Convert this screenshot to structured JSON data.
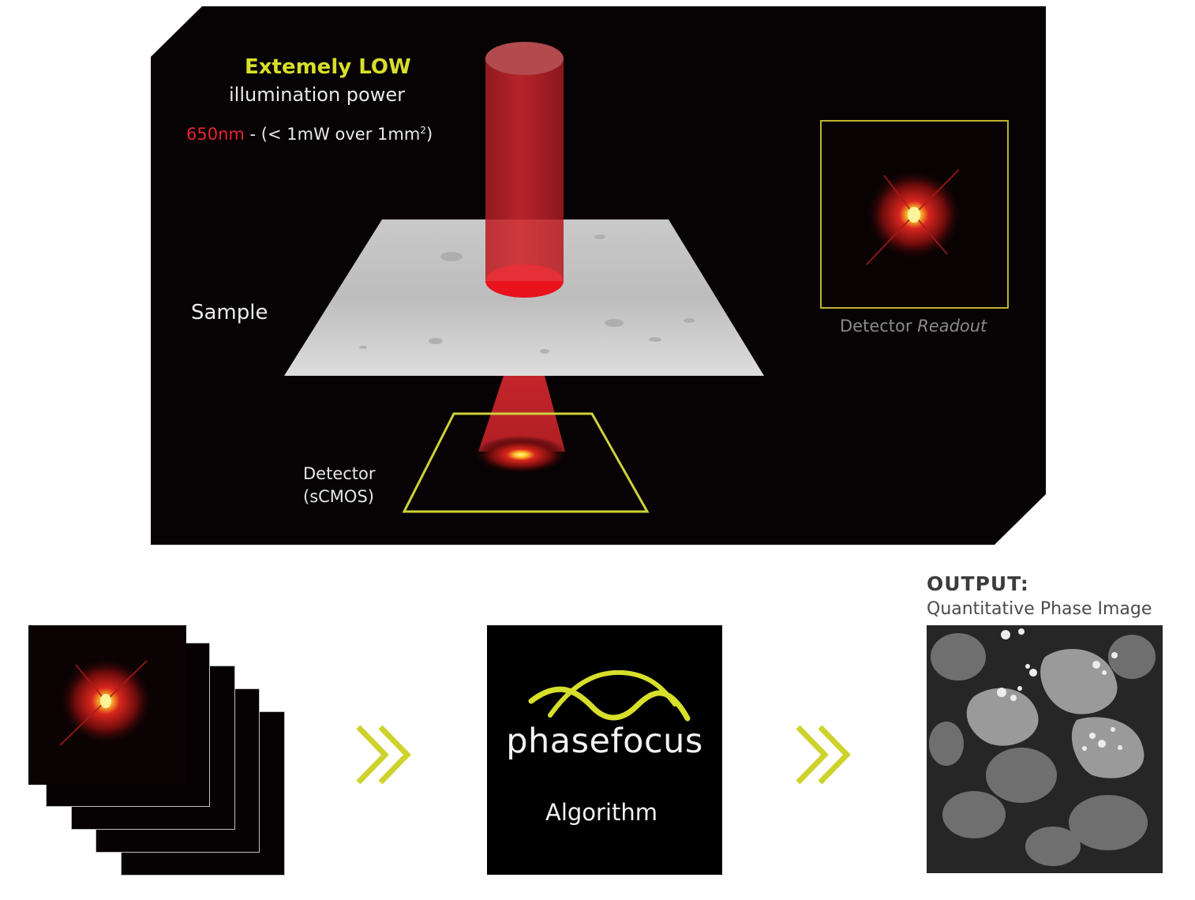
{
  "illumination": {
    "title": "Extemely LOW",
    "subtitle": "illumination power",
    "wavelength": "650nm",
    "power_note": " - (< 1mW over 1mm",
    "power_sup": "2",
    "power_close": ")"
  },
  "labels": {
    "sample": "Sample",
    "detector_line1": "Detector",
    "detector_line2": "(sCMOS)",
    "readout_plain": "Detector ",
    "readout_italic": "Readout"
  },
  "algorithm": {
    "brand": "phasefocus",
    "label": "Algorithm"
  },
  "output": {
    "title": "OUTPUT:",
    "subtitle": "Quantitative Phase Image"
  },
  "colors": {
    "accent_yellow": "#d7df2a",
    "laser_red": "#c8232b",
    "wavelength_red": "#e5252e"
  }
}
